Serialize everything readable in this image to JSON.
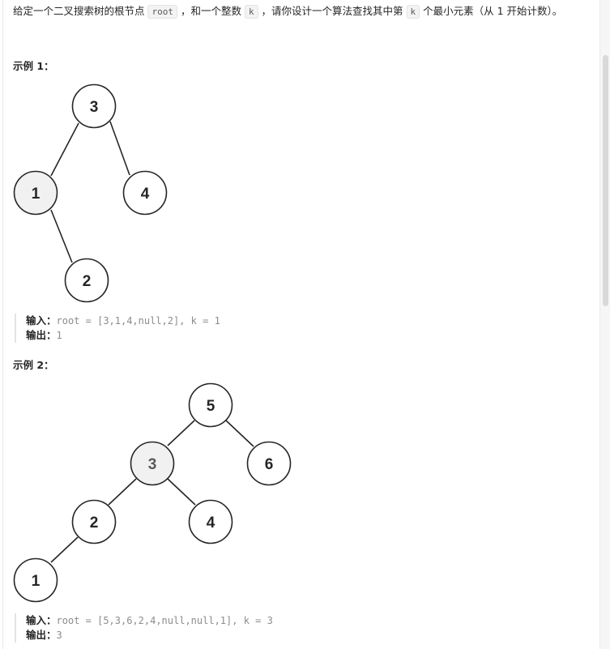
{
  "description": {
    "part1": "给定一个二叉搜索树的根节点 ",
    "code1": "root",
    "part2": " ，和一个整数 ",
    "code2": "k",
    "part3": " ，请你设计一个算法查找其中第 ",
    "code3": "k",
    "part4": " 个最小元素（从 1 开始计数）。"
  },
  "examples": [
    {
      "title": "示例 1：",
      "input_label": "输入：",
      "input_value": "root = [3,1,4,null,2], k = 1",
      "output_label": "输出：",
      "output_value": "1",
      "tree": {
        "nodes": [
          {
            "label": "3",
            "highlight": false
          },
          {
            "label": "1",
            "highlight": true
          },
          {
            "label": "4",
            "highlight": false
          },
          {
            "label": "2",
            "highlight": false
          }
        ]
      }
    },
    {
      "title": "示例 2：",
      "input_label": "输入：",
      "input_value": "root = [5,3,6,2,4,null,null,1], k = 3",
      "output_label": "输出：",
      "output_value": "3",
      "tree": {
        "nodes": [
          {
            "label": "5",
            "highlight": false
          },
          {
            "label": "3",
            "highlight": true
          },
          {
            "label": "6",
            "highlight": false
          },
          {
            "label": "2",
            "highlight": false
          },
          {
            "label": "4",
            "highlight": false
          },
          {
            "label": "1",
            "highlight": false
          }
        ]
      }
    }
  ]
}
